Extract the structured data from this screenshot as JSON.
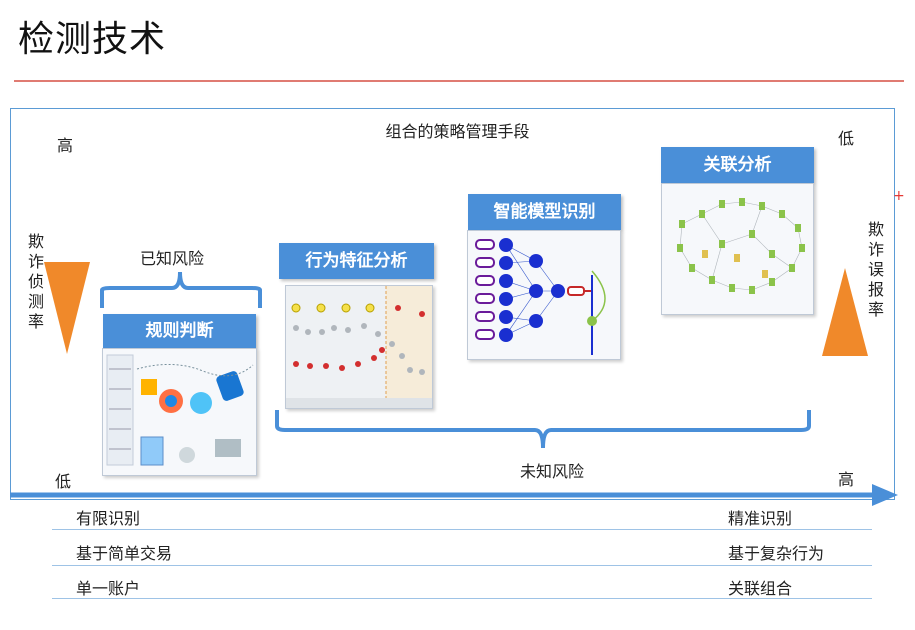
{
  "page": {
    "title": "检测技术",
    "diagram_title": "组合的策略管理手段"
  },
  "left_axis": {
    "top": "高",
    "bottom": "低",
    "label": "欺诈侦测率"
  },
  "right_axis": {
    "top": "低",
    "bottom": "高",
    "label": "欺诈误报率"
  },
  "known_risk": "已知风险",
  "unknown_risk": "未知风险",
  "techniques": [
    {
      "name": "规则判断"
    },
    {
      "name": "行为特征分析"
    },
    {
      "name": "智能模型识别"
    },
    {
      "name": "关联分析"
    }
  ],
  "comparison_rows": [
    {
      "left": "有限识别",
      "right": "精准识别"
    },
    {
      "left": "基于简单交易",
      "right": "基于复杂行为"
    },
    {
      "left": "单一账户",
      "right": "关联组合"
    }
  ],
  "colors": {
    "accent_blue": "#4a8fd8",
    "orange": "#f0892a",
    "rule_red": "#e07b72"
  }
}
